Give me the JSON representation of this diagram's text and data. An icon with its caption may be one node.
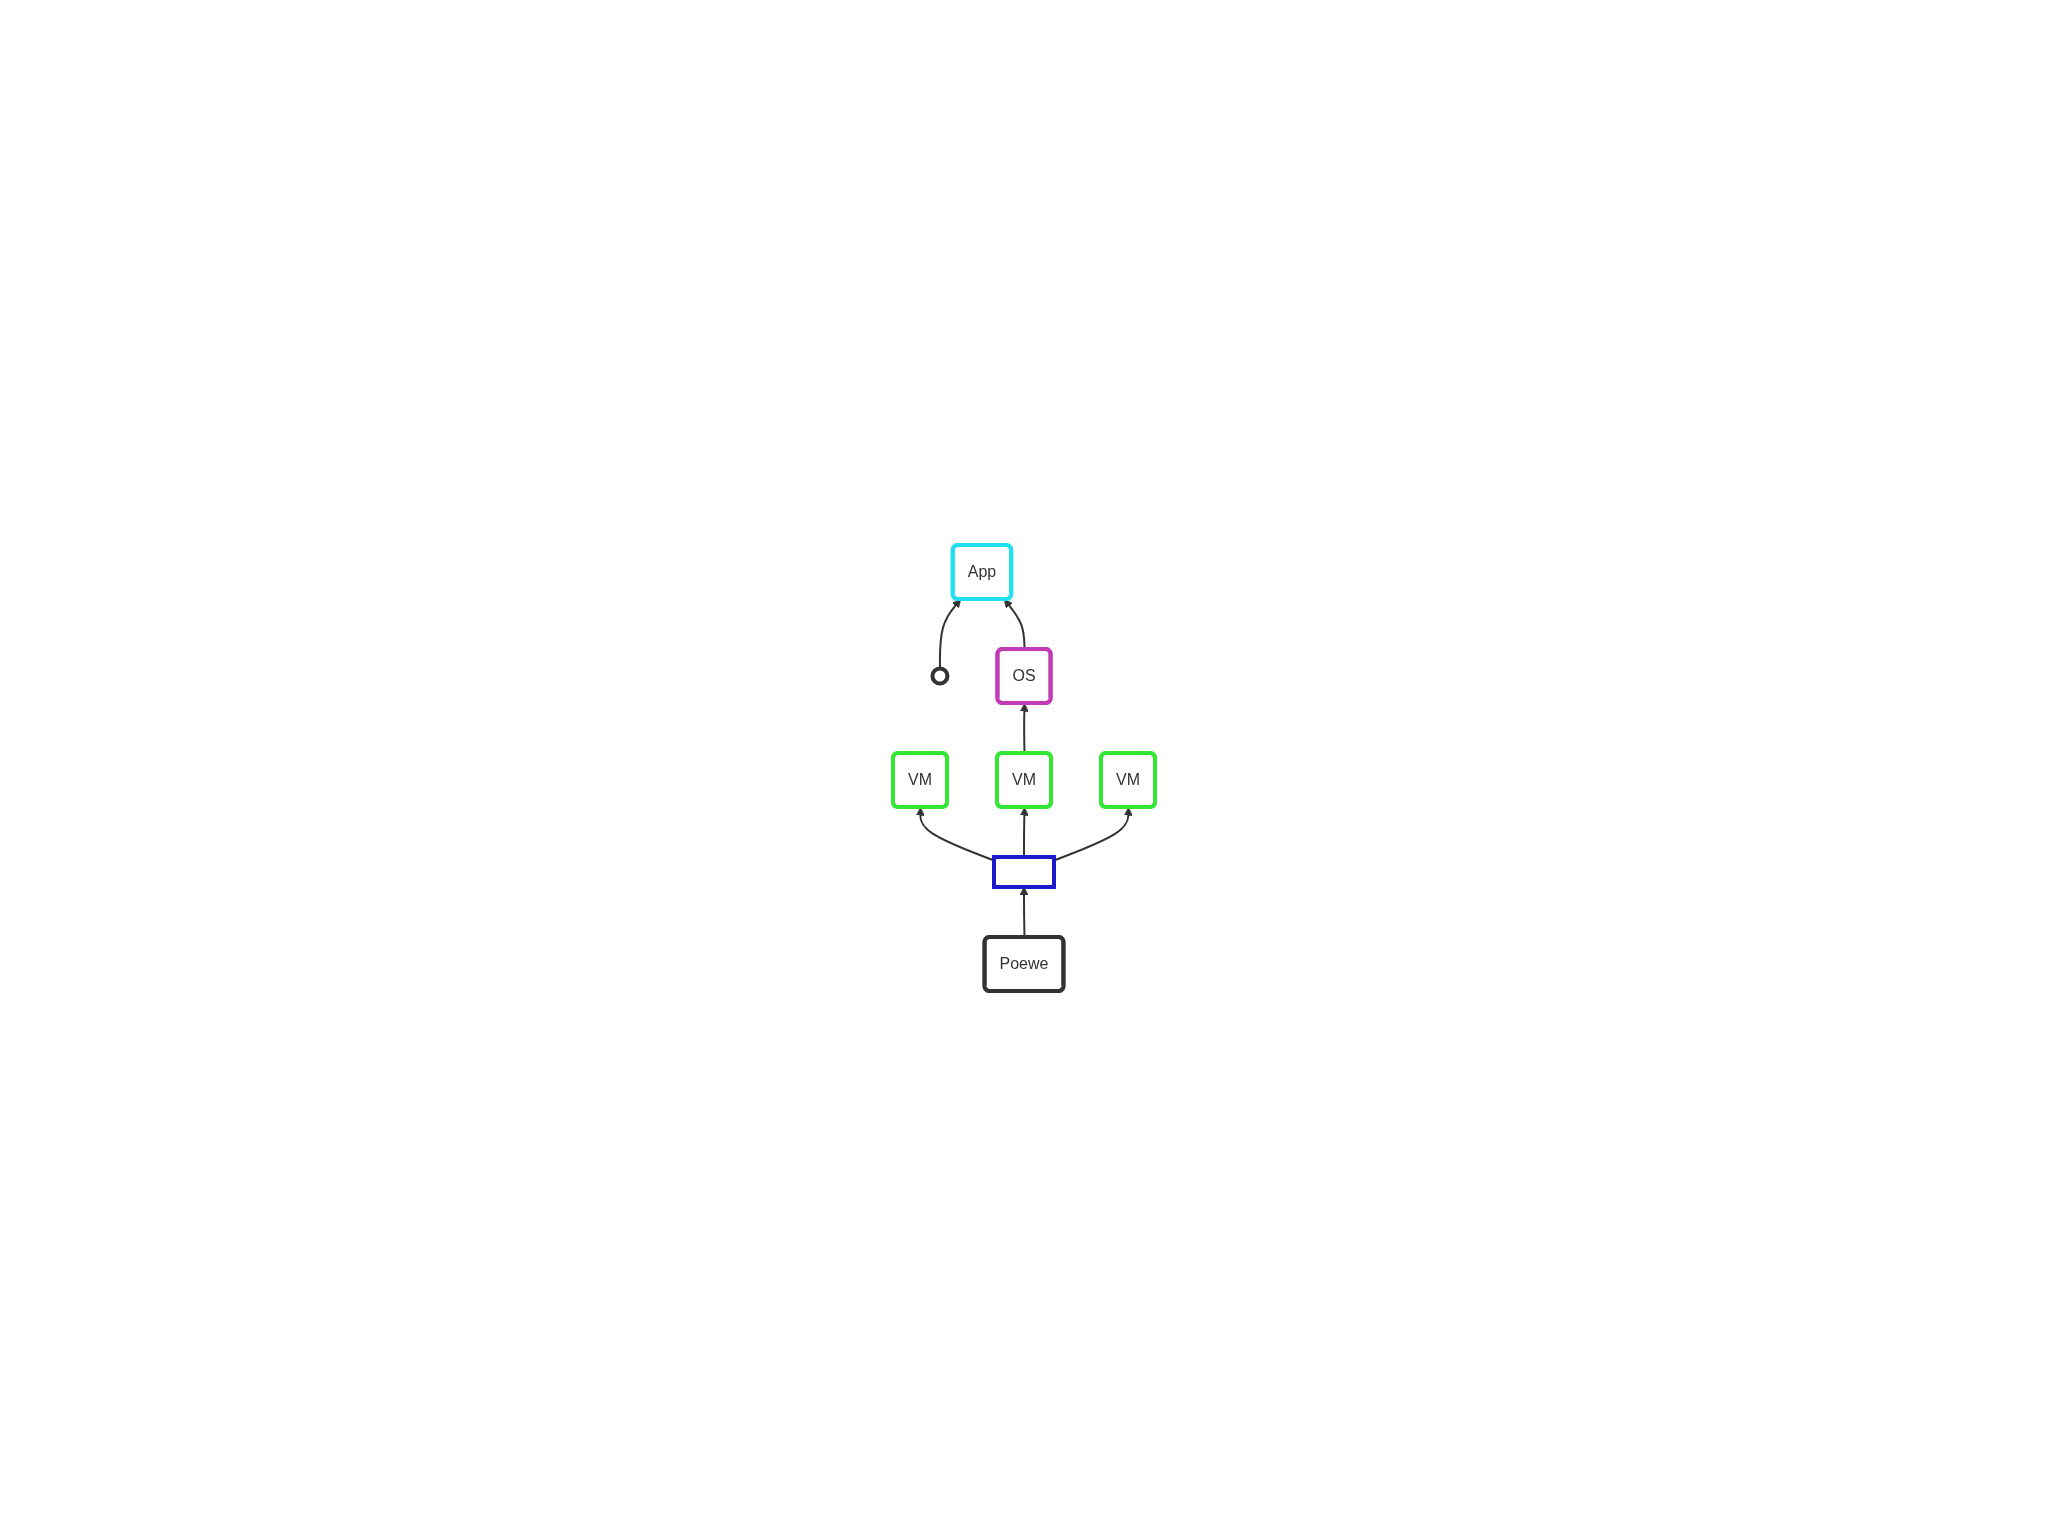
{
  "diagram": {
    "nodes": [
      {
        "text": [],
        "shape": "person"
      },
      {
        "text": [
          "App"
        ]
      },
      {
        "text": [
          "OS"
        ]
      },
      {
        "text": [
          "VM"
        ]
      },
      {
        "text": [
          "VM"
        ]
      },
      {
        "text": [
          "VM"
        ]
      },
      {
        "text": [
          "Poewe"
        ]
      },
      {
        "text": [],
        "shape": "box"
      }
    ],
    "edges": [
      {
        "from": 0,
        "to": 1,
        "arrow": "to"
      },
      {
        "from": 2,
        "to": 1,
        "arrow": "to"
      },
      {
        "from": 4,
        "to": 2,
        "arrow": "to"
      },
      {
        "from": 7,
        "to": 3,
        "arrow": "to"
      },
      {
        "from": 7,
        "to": 4,
        "arrow": "to"
      },
      {
        "from": 7,
        "to": 5,
        "arrow": "to"
      },
      {
        "from": 6,
        "to": 7,
        "arrow": "to"
      }
    ]
  }
}
